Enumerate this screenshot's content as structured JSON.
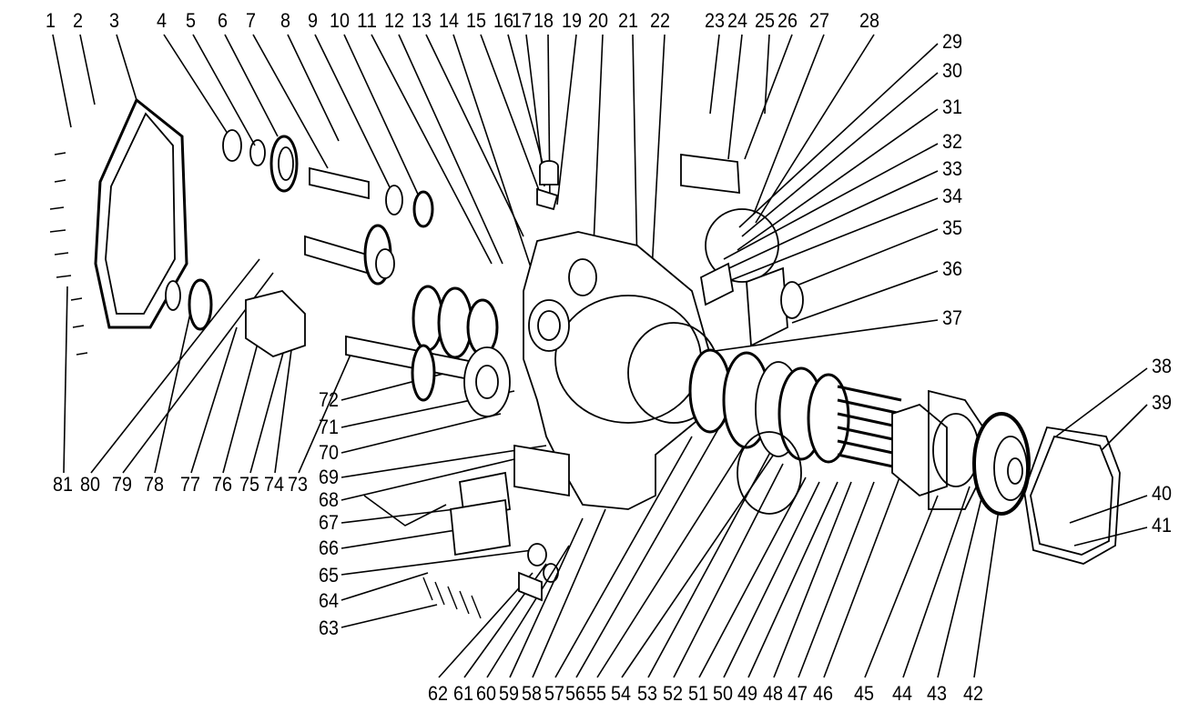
{
  "diagram": {
    "type": "exploded-parts-view",
    "top_labels": [
      "1",
      "2",
      "3",
      "4",
      "5",
      "6",
      "7",
      "8",
      "9",
      "10",
      "11",
      "12",
      "13",
      "14",
      "15",
      "16",
      "17",
      "18",
      "19",
      "20",
      "21",
      "22",
      "23",
      "24",
      "25",
      "26",
      "27",
      "28"
    ],
    "right_labels": [
      "29",
      "30",
      "31",
      "32",
      "33",
      "34",
      "35",
      "36",
      "37"
    ],
    "far_right_labels": [
      "38",
      "39",
      "40",
      "41"
    ],
    "bottom_labels": [
      "62",
      "61",
      "60",
      "59",
      "58",
      "57",
      "56",
      "55",
      "54",
      "53",
      "52",
      "51",
      "50",
      "49",
      "48",
      "47",
      "46",
      "45",
      "44",
      "43",
      "42"
    ],
    "left_bottom_labels": [
      "81",
      "80",
      "79",
      "78",
      "77",
      "76",
      "75",
      "74",
      "73"
    ],
    "middle_labels": [
      "72",
      "71",
      "70",
      "69",
      "68",
      "67",
      "66",
      "65",
      "64",
      "63"
    ]
  }
}
